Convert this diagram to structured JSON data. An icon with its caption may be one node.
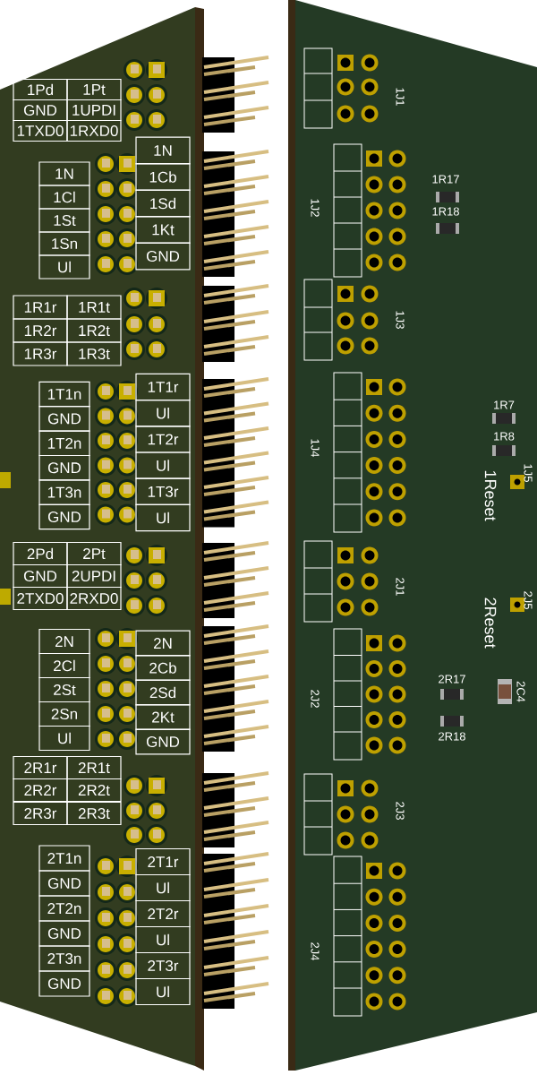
{
  "diagram": {
    "labels": [
      "1Pd",
      "1Pt",
      "GND",
      "1UPDI",
      "1TXD0",
      "1RXD0",
      "1N",
      "1N",
      "1Cl",
      "1Cb",
      "1St",
      "1Sd",
      "1Sn",
      "1Kt",
      "Ul",
      "GND",
      "1R1r",
      "1R1t",
      "1R2r",
      "1R2t",
      "1R3r",
      "1R3t",
      "1T1n",
      "1T1r",
      "GND",
      "Ul",
      "1T2n",
      "1T2r",
      "GND",
      "Ul",
      "1T3n",
      "1T3r",
      "GND",
      "Ul",
      "2Pd",
      "2Pt",
      "GND",
      "2UPDI",
      "2TXD0",
      "2RXD0",
      "2N",
      "2N",
      "2Cl",
      "2Cb",
      "2St",
      "2Sd",
      "2Sn",
      "2Kt",
      "Ul",
      "GND",
      "2R1r",
      "2R1t",
      "2R2r",
      "2R2t",
      "2R3r",
      "2R3t",
      "2T1n",
      "2T1r",
      "GND",
      "Ul",
      "2T2n",
      "2T2r",
      "GND",
      "Ul",
      "2T3n",
      "2T3r",
      "GND",
      "Ul",
      "1J1",
      "1R17",
      "1J2",
      "1R18",
      "1J3",
      "1R7",
      "1R8",
      "1J4",
      "1J5",
      "1Reset",
      "2J1",
      "2J5",
      "2Reset",
      "2J2",
      "2R17",
      "2C4",
      "2R18",
      "2J3",
      "2J4"
    ]
  }
}
